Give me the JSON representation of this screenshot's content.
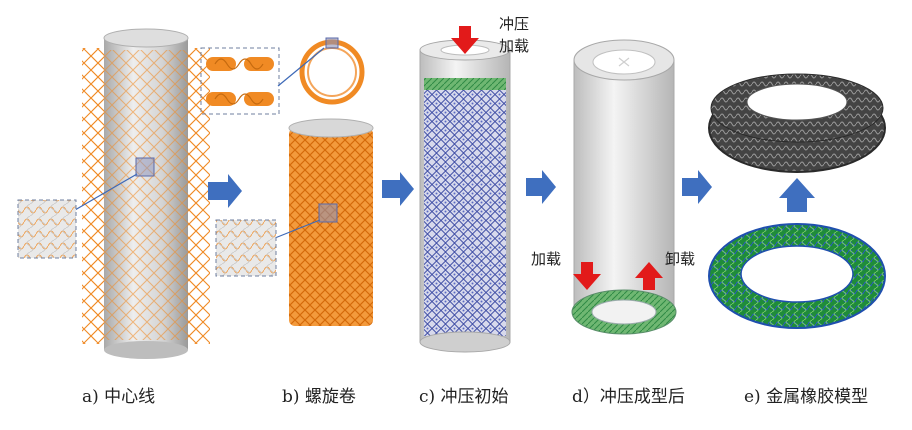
{
  "captions": {
    "a": "a)  中心线",
    "b": "b)  螺旋卷",
    "c": "c)  冲压初始",
    "d": "d）冲压成型后",
    "e": "e)  金属橡胶模型"
  },
  "annotations": {
    "stamp_line1": "冲压",
    "stamp_line2": "加载",
    "load": "加载",
    "unload": "卸载"
  },
  "colors": {
    "wire_orange": "#f08a24",
    "cylinder_gray": "#c8c8c8",
    "step_arrow_blue": "#3f6fbf",
    "force_arrow_red": "#e21a1a",
    "mesh_blue": "#2f3f9a",
    "mesh_green": "#3aa650",
    "rubber_dark": "#3a3a3a"
  }
}
